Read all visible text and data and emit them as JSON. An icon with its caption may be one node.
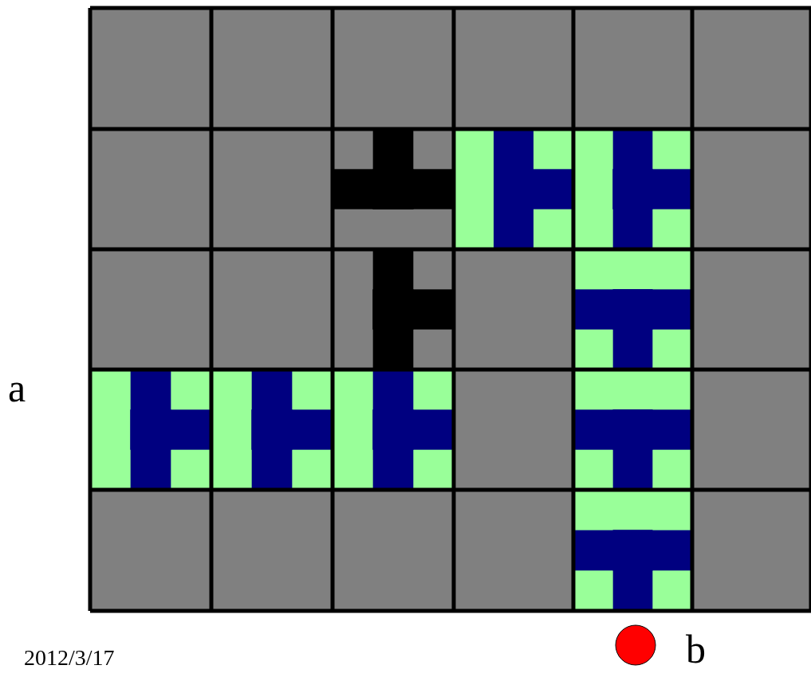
{
  "diagram": {
    "labels": [
      "a",
      "2012/3/17",
      "b"
    ]
  }
}
